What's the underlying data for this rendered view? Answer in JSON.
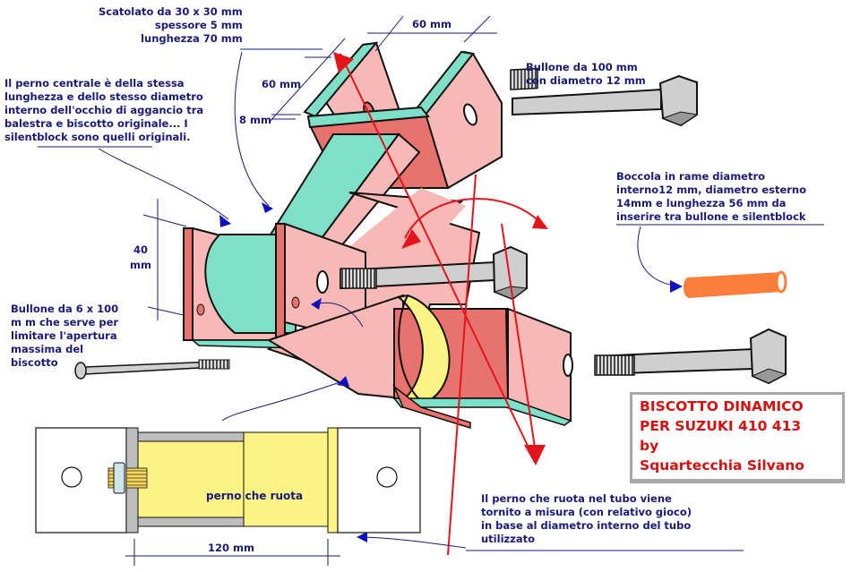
{
  "title_box": {
    "lines": [
      "BISCOTTO DINAMICO",
      "PER SUZUKI 410 413",
      "by",
      "Squartecchia Silvano"
    ],
    "color": "#d80f0f"
  },
  "annotations": {
    "tube": "Scatolato da 30 x 30 mm\nspessore 5 mm\nlunghezza 70 mm",
    "central_pin": "Il perno centrale è della stessa\nlunghezza e dello stesso diametro\ninterno dell'occhio di aggancio tra\nbalestra e biscotto originale... I\nsilentblock sono quelli originali.",
    "bolt_100": "Bullone da 100 mm\ncon diametro 12 mm",
    "bushing": "Boccola in rame diametro\ninterno12 mm, diametro esterno\n14mm e lunghezza 56 mm da\ninserire tra bullone e silentblock",
    "limit_bolt": "Bullone da 6 x 100\nm m che serve per\nlimitare l'apertura\nmassima del\nbiscotto",
    "rotating_pin": "Il perno che ruota nel tubo viene\ntornito a misura (con relativo gioco)\nin base al diametro interno del tubo\nutilizzato"
  },
  "dimensions": {
    "width_top": "60 mm",
    "height_plate": "60 mm",
    "thickness": "8 mm",
    "height_side": "40\nmm",
    "length_pin": "120 mm"
  },
  "section_label": "perno che ruota",
  "colors": {
    "text": "#1a1a7a",
    "plate_light": "#f7b9b5",
    "plate_dark": "#e8736e",
    "tube_teal": "#7fe0c8",
    "pin_yellow": "#fbf383",
    "bolt_grey": "#cfcfcf",
    "bushing_orange": "#fb7f3a",
    "arrow_red": "#e4141b",
    "arrow_blue": "#1010c0"
  }
}
